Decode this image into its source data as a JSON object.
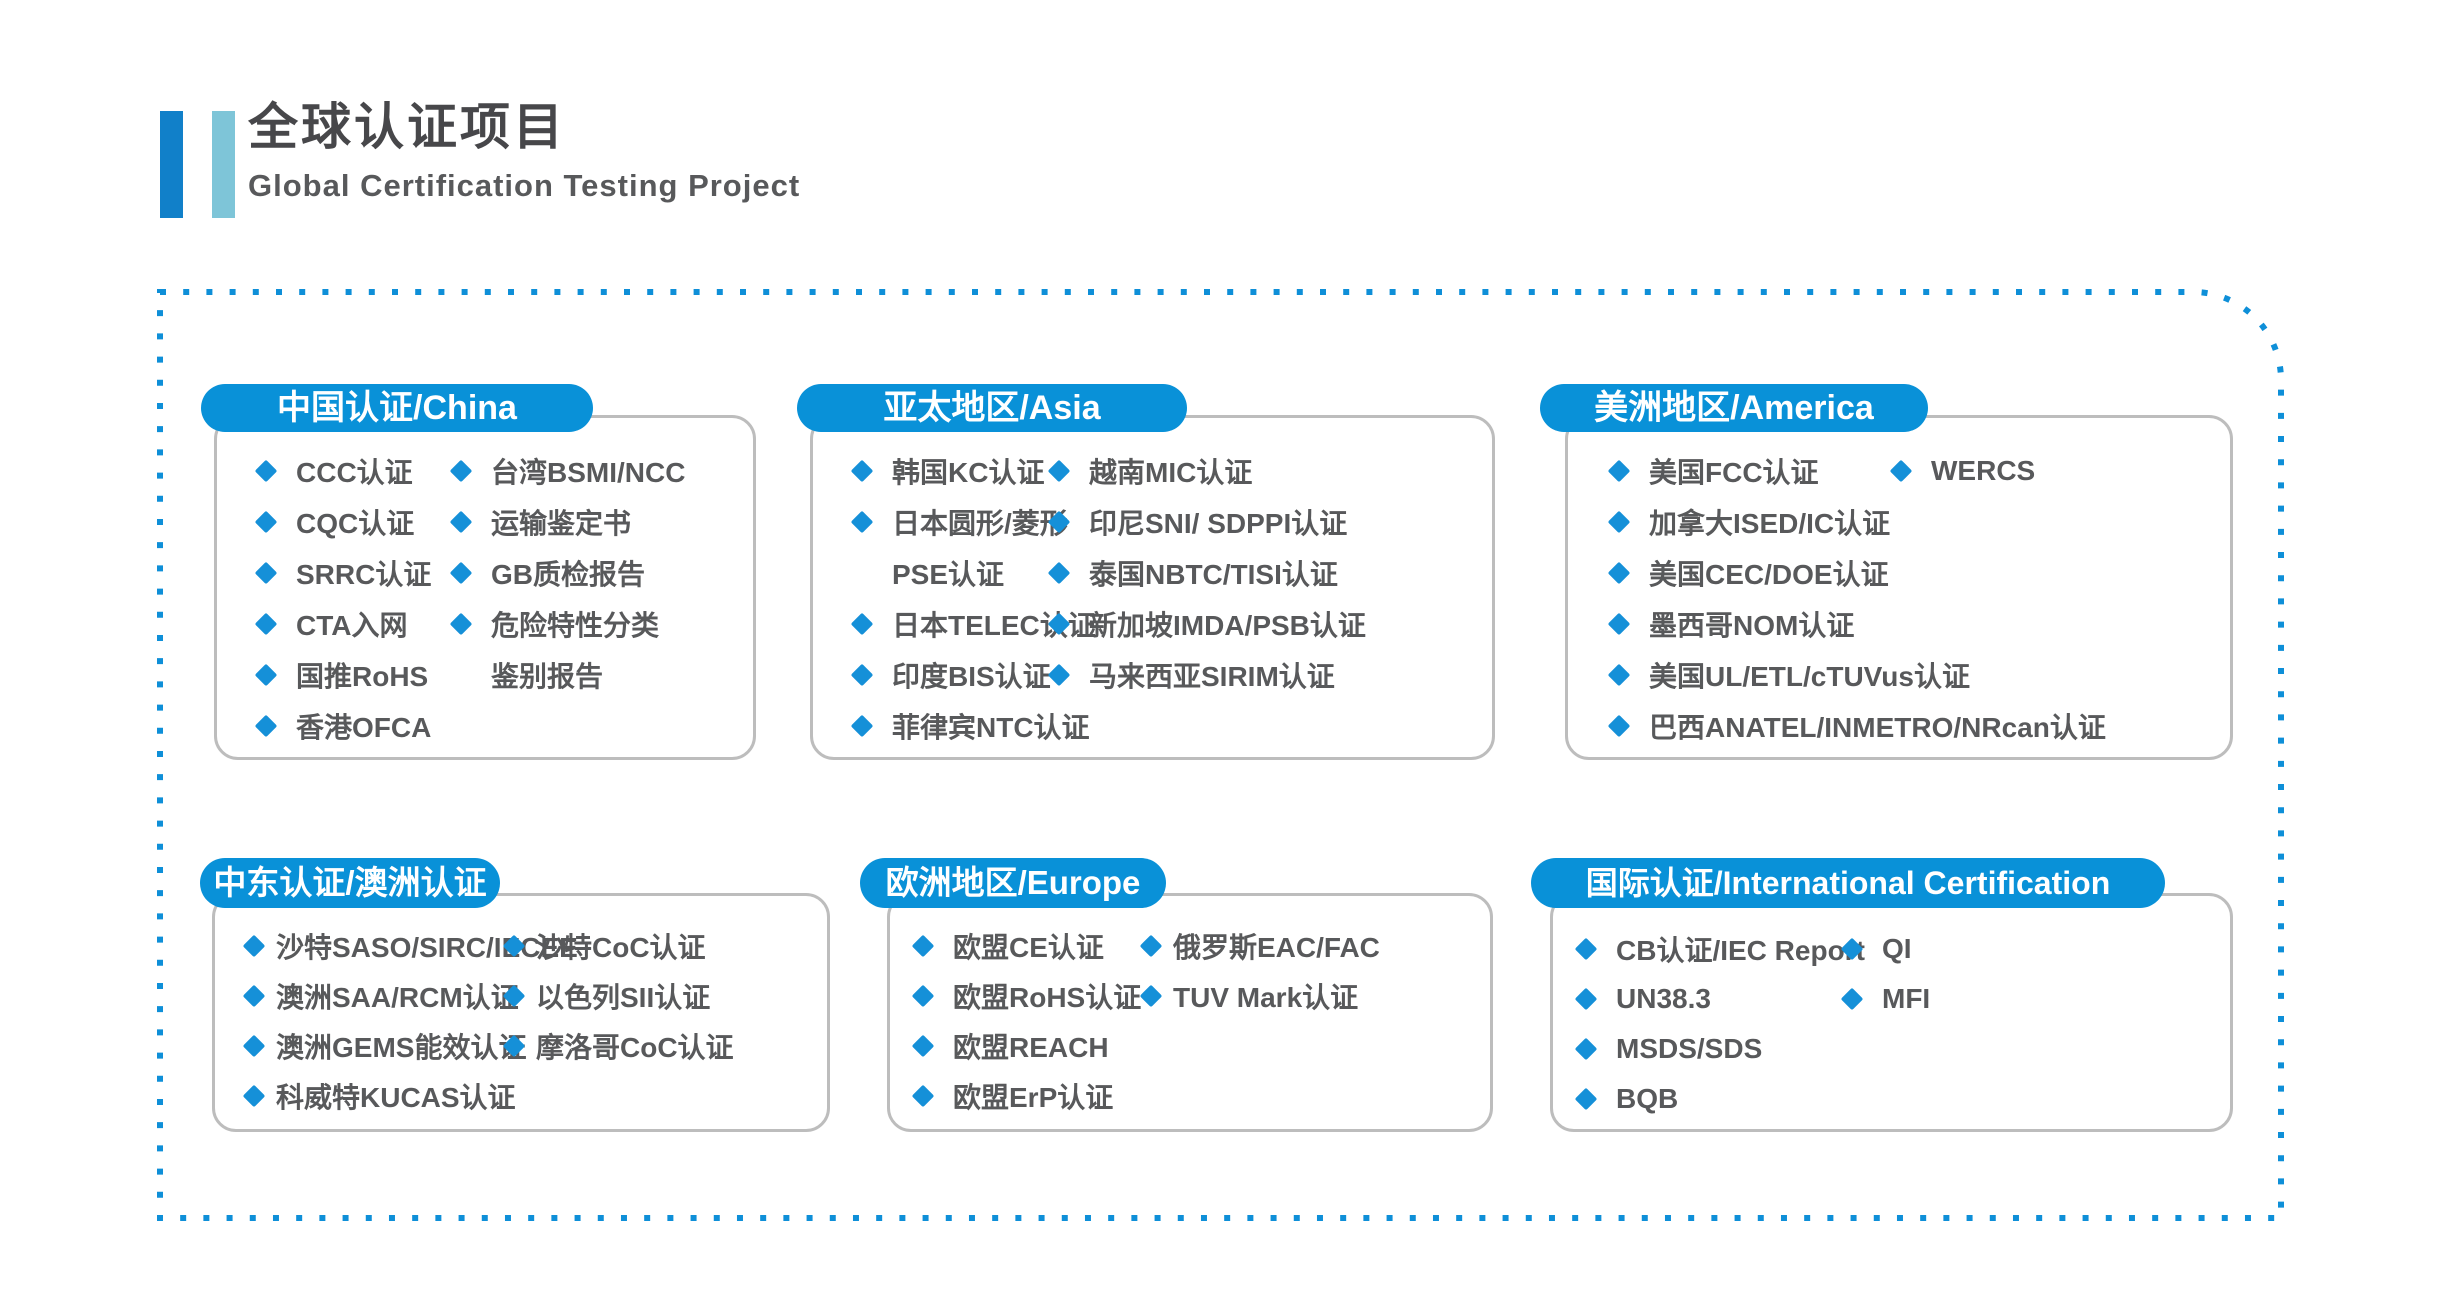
{
  "header": {
    "title": "全球认证项目",
    "subtitle": "Global Certification Testing Project"
  },
  "colors": {
    "brand_blue": "#0B90D8",
    "dot_blue": "#0E8FD8",
    "pill_blue": "#0991D8",
    "diamond_blue": "#1590D8",
    "accent_bar_1": "#1180C9",
    "accent_bar_2": "#7EC5D8",
    "title_gray": "#47474A",
    "text_gray": "#58595B",
    "card_border": "#BDBDBD"
  },
  "bullet_icon": "diamond-bullet-icon",
  "groups": [
    {
      "id": "china",
      "label": "中国认证/China",
      "columns": [
        [
          "CCC认证",
          "CQC认证",
          "SRRC认证",
          "CTA入网",
          "国推RoHS",
          "香港OFCA"
        ],
        [
          "台湾BSMI/NCC",
          "运输鉴定书",
          "GB质检报告",
          "危险特性分类",
          {
            "text": "鉴别报告",
            "cont": true
          }
        ]
      ]
    },
    {
      "id": "asia",
      "label": "亚太地区/Asia",
      "columns": [
        [
          "韩国KC认证",
          "日本圆形/菱形",
          {
            "text": "PSE认证",
            "cont": true
          },
          "日本TELEC认证",
          "印度BIS认证",
          "菲律宾NTC认证"
        ],
        [
          "越南MIC认证",
          "印尼SNI/ SDPPI认证",
          "泰国NBTC/TISI认证",
          "新加坡IMDA/PSB认证",
          "马来西亚SIRIM认证"
        ]
      ]
    },
    {
      "id": "america",
      "label": "美洲地区/America",
      "columns": [
        [
          "美国FCC认证",
          "加拿大ISED/IC认证",
          "美国CEC/DOE认证",
          "墨西哥NOM认证",
          "美国UL/ETL/cTUVus认证",
          "巴西ANATEL/INMETRO/NRcan认证"
        ],
        [
          "WERCS"
        ]
      ]
    },
    {
      "id": "mideast",
      "label": "中东认证/澳洲认证",
      "columns": [
        [
          "沙特SASO/SIRC/IECEE",
          "澳洲SAA/RCM认证",
          "澳洲GEMS能效认证",
          "科威特KUCAS认证"
        ],
        [
          "沙特CoC认证",
          "以色列SII认证",
          "摩洛哥CoC认证"
        ]
      ]
    },
    {
      "id": "europe",
      "label": "欧洲地区/Europe",
      "columns": [
        [
          "欧盟CE认证",
          "欧盟RoHS认证",
          "欧盟REACH",
          "欧盟ErP认证"
        ],
        [
          "俄罗斯EAC/FAC",
          "TUV Mark认证"
        ]
      ]
    },
    {
      "id": "intl",
      "label": "国际认证/International Certification",
      "columns": [
        [
          "CB认证/IEC Report",
          "UN38.3",
          "MSDS/SDS",
          "BQB"
        ],
        [
          "QI",
          "MFI"
        ]
      ]
    }
  ]
}
